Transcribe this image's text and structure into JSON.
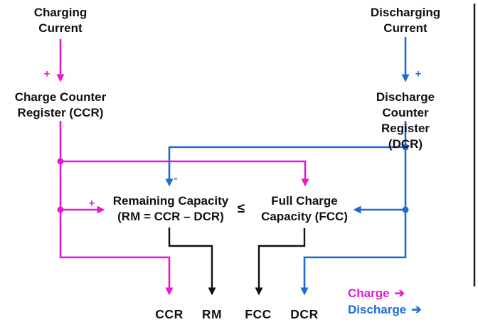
{
  "nodes": {
    "charging_current": "Charging\nCurrent",
    "discharging_current": "Discharging\nCurrent",
    "charge_counter": "Charge Counter\nRegister (CCR)",
    "discharge_counter": "Discharge Counter\nRegister (DCR)",
    "remaining_capacity": "Remaining Capacity\n(RM = CCR – DCR)",
    "full_charge": "Full Charge\nCapacity (FCC)",
    "comparator": "≤"
  },
  "signs": {
    "ccr_plus": "+",
    "dcr_plus": "+",
    "rm_plus": "+",
    "rm_minus": "-"
  },
  "outputs": [
    "CCR",
    "RM",
    "FCC",
    "DCR"
  ],
  "legend": {
    "charge": "Charge",
    "discharge": "Discharge",
    "arrow": "➔"
  },
  "colors": {
    "charge": "#e41ad0",
    "discharge": "#1e6bd6",
    "line_black": "#111111",
    "background": "#ffffff"
  }
}
